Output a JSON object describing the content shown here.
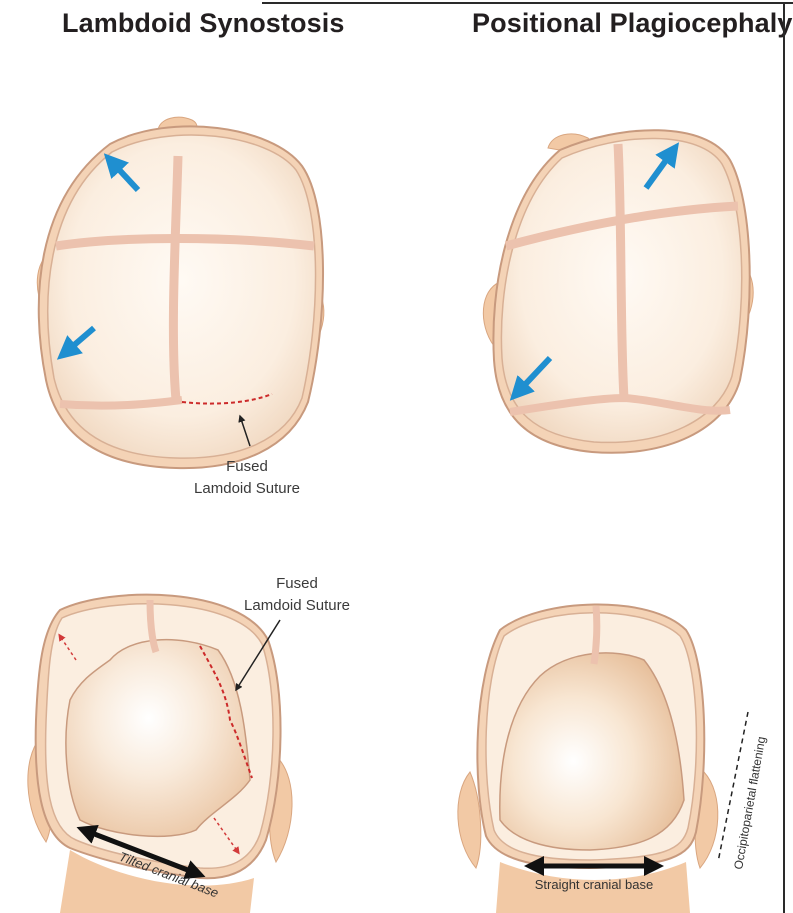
{
  "titles": {
    "left": "Lambdoid Synostosis",
    "right": "Positional Plagiocephaly"
  },
  "annotations": {
    "fused_top_line1": "Fused",
    "fused_top_line2": "Lamdoid Suture",
    "fused_bottom_line1": "Fused",
    "fused_bottom_line2": "Lamdoid Suture",
    "tilted_base": "Tilted cranial base",
    "straight_base": "Straight cranial base",
    "flattening": "Occipitoparietal flattening"
  },
  "colors": {
    "skin": "#f5d9bf",
    "skin_shadow": "#e8b994",
    "bone": "#fbeee0",
    "bone_edge": "#c89a7e",
    "suture": "#ecc2ae",
    "growth_arrow": "#1f8fd0",
    "fused_suture": "#cc2a2a",
    "text": "#231f20"
  }
}
